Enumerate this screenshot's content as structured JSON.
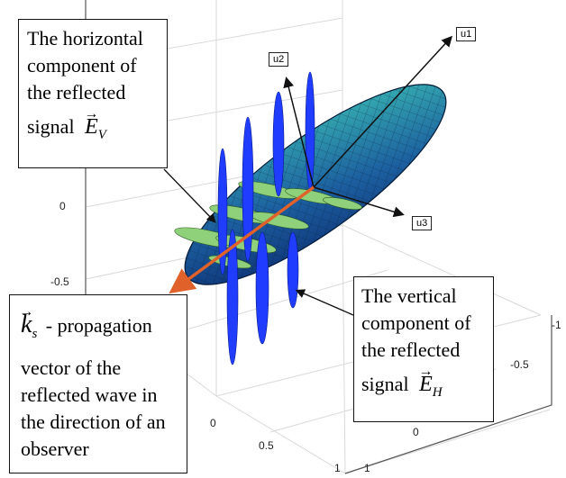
{
  "axis_labels": {
    "u1": "u1",
    "u2": "u2",
    "u3": "u3"
  },
  "ticks": {
    "z": [
      "0",
      "-0.5"
    ],
    "y": [
      "-1",
      "-0.5",
      "0"
    ],
    "x": [
      "0",
      "0.5",
      "1"
    ],
    "corner": "1"
  },
  "callouts": {
    "ev": {
      "lines": [
        "The horizontal",
        "component of",
        "the reflected"
      ],
      "prefix": "signal",
      "symbol": "E",
      "subscript": "V"
    },
    "eh": {
      "lines": [
        "The vertical",
        "component of",
        "the reflected"
      ],
      "prefix": "signal",
      "symbol": "E",
      "subscript": "H"
    },
    "ks": {
      "symbol": "k",
      "subscript": "s",
      "first_suffix": "- propagation",
      "lines": [
        "vector of the",
        "reflected wave in",
        "the direction of an",
        "observer"
      ]
    }
  },
  "colors": {
    "ellipsoid_dark": "#0b2a6e",
    "ellipsoid_light": "#35b3b1",
    "vertical_wave": "#1f3cff",
    "horizontal_wave": "#8fd07a",
    "propagation_arrow": "#e0622a",
    "grid": "#d8d8d8"
  }
}
